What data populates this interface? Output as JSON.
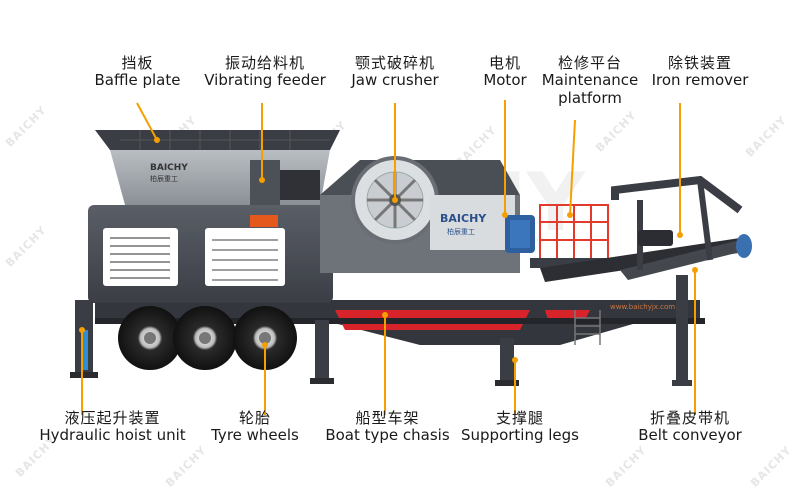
{
  "diagram": {
    "accent_color": "#f5a000",
    "labels": [
      {
        "id": "baffle-plate",
        "cn": "挡板",
        "en": "Baffle plate"
      },
      {
        "id": "vibrating-feeder",
        "cn": "振动给料机",
        "en": "Vibrating feeder"
      },
      {
        "id": "jaw-crusher",
        "cn": "颚式破碎机",
        "en": "Jaw crusher"
      },
      {
        "id": "motor",
        "cn": "电机",
        "en": "Motor"
      },
      {
        "id": "maintenance-platform",
        "cn": "检修平台",
        "en": "Maintenance platform"
      },
      {
        "id": "iron-remover",
        "cn": "除铁装置",
        "en": "Iron remover"
      },
      {
        "id": "hydraulic-hoist-unit",
        "cn": "液压起升装置",
        "en": "Hydraulic hoist unit"
      },
      {
        "id": "tyre-wheels",
        "cn": "轮胎",
        "en": "Tyre wheels"
      },
      {
        "id": "boat-type-chasis",
        "cn": "船型车架",
        "en": "Boat type chasis"
      },
      {
        "id": "supporting-legs",
        "cn": "支撑腿",
        "en": "Supporting legs"
      },
      {
        "id": "belt-conveyor",
        "cn": "折叠皮带机",
        "en": "Belt conveyor"
      }
    ],
    "brand": "BAICHY",
    "brand_cn": "柏辰重工",
    "website": "www.baichyjx.com",
    "watermark": "BAICHY"
  }
}
